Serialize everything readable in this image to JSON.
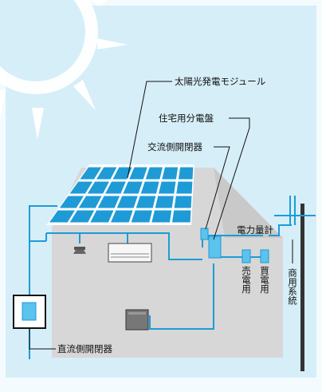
{
  "labels": {
    "solar_module": "太陽光発電モジュール",
    "distribution_board": "住宅用分電盤",
    "ac_switch": "交流側開閉器",
    "meter": "電力量計",
    "sell": "売電用",
    "buy": "買電用",
    "grid": "商用系統",
    "dc_switch": "直流側開閉器"
  },
  "colors": {
    "sky": "#d6eef8",
    "frame": "#f4fbfe",
    "sun": "#ffffff",
    "house_front": "#d8d8d8",
    "house_side": "#c8c8c8",
    "wire": "#1e9bd7",
    "panel_cell": "#1e9bd7"
  }
}
